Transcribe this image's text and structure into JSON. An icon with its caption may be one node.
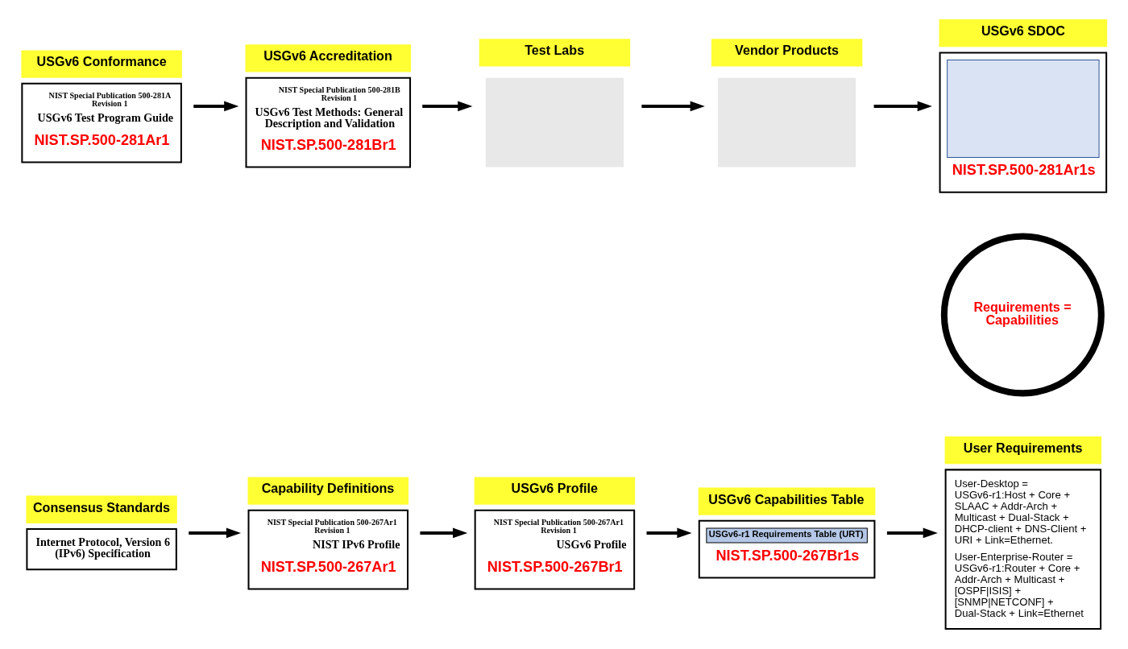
{
  "diagram": {
    "nodes": [
      {
        "text": [
          "Consensus Standards",
          "Internet Protocol, Version 6 (IPv6) Specification"
        ]
      },
      {
        "text": [
          "Capability Definitions",
          "NIST Special Publication 500-267Ar1 Revision 1",
          "NIST IPv6 Profile",
          "NIST.SP.500-267Ar1"
        ]
      },
      {
        "text": [
          "USGv6 Profile",
          "NIST Special Publication 500-267Ar1 Revision 1",
          "USGv6 Profile",
          "NIST.SP.500-267Br1"
        ]
      },
      {
        "text": [
          "USGv6 Capabilities Table",
          "USGv6-r1 Requirements Table (URT)",
          "NIST.SP.500-267Br1s"
        ]
      },
      {
        "text": [
          "User Requirements",
          "User-Desktop = USGv6-r1:Host + Core + SLAAC + Addr-Arch + Multicast + Dual-Stack + DHCP-client + DNS-Client + URI + Link=Ethernet.",
          "User-Enterprise-Router = USGv6-r1:Router + Core + Addr-Arch + Multicast + [OSPF|ISIS] + [SNMP|NETCONF] + Dual-Stack + Link=Ethernet"
        ]
      },
      {
        "text": [
          "Requirements = Capabilities"
        ]
      },
      {
        "text": [
          "USGv6 Conformance",
          "NIST Special Publication 500-281A Revision 1",
          "USGv6 Test Program Guide",
          "NIST.SP.500-281Ar1"
        ]
      },
      {
        "text": [
          "USGv6 Accreditation",
          "NIST Special Publication 500-281B Revision 1",
          "USGv6 Test Methods: General Description and Validation",
          "NIST.SP.500-281Br1"
        ]
      },
      {
        "text": [
          "Test Labs"
        ]
      },
      {
        "text": [
          "Vendor Products"
        ]
      },
      {
        "text": [
          "USGv6 SDOC",
          "NIST.SP.500-281Ar1s"
        ]
      }
    ],
    "edges": [
      {
        "from": 0,
        "to": 1,
        "arrow": "to"
      },
      {
        "from": 1,
        "to": 2,
        "arrow": "to"
      },
      {
        "from": 2,
        "to": 3,
        "arrow": "to"
      },
      {
        "from": 3,
        "to": 4,
        "arrow": "to"
      },
      {
        "from": 6,
        "to": 7,
        "arrow": "to"
      },
      {
        "from": 7,
        "to": 8,
        "arrow": "to"
      },
      {
        "from": 8,
        "to": 9,
        "arrow": "to"
      },
      {
        "from": 9,
        "to": 10,
        "arrow": "to"
      }
    ]
  }
}
